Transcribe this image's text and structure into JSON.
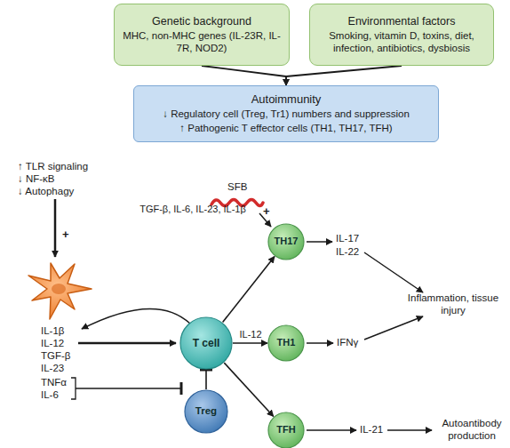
{
  "diagram": {
    "nodes": [
      {
        "text": [
          "Genetic background",
          "MHC, non-MHC genes (IL-23R, IL-7R, NOD2)"
        ]
      },
      {
        "text": [
          "Environmental factors",
          "Smoking, vitamin D, toxins, diet, infection, antibiotics, dysbiosis"
        ]
      },
      {
        "text": [
          "Autoimmunity",
          "↓ Regulatory cell (Treg, Tr1) numbers and suppression",
          "↑ Pathogenic T effector cells (TH1, TH17, TFH)"
        ]
      },
      {
        "text": [
          "TH17"
        ]
      },
      {
        "text": [
          "T cell"
        ]
      },
      {
        "text": [
          "TH1"
        ]
      },
      {
        "text": [
          "Treg"
        ]
      },
      {
        "text": [
          "TFH"
        ]
      }
    ],
    "edges": [
      {
        "from": 0,
        "to": 2,
        "arrow": "to"
      },
      {
        "from": 1,
        "to": 2,
        "arrow": "to"
      },
      {
        "from": 4,
        "to": 3,
        "label": "TGF-β, IL-6, IL-23, IL-1β",
        "arrow": "to"
      },
      {
        "from": 4,
        "to": 5,
        "label": "IL-12",
        "arrow": "to"
      },
      {
        "from": 4,
        "to": 7,
        "arrow": "to"
      },
      {
        "from": 6,
        "to": 4,
        "arrow": "to"
      }
    ],
    "labels": [
      "↑ TLR signaling",
      "↓ NF-κB",
      "↓ Autophagy",
      "+",
      "IL-1β",
      "IL-12",
      "TGF-β",
      "IL-23",
      "TNFα",
      "IL-6",
      "SFB",
      "+",
      "IL-17",
      "IL-22",
      "Inflammation, tissue injury",
      "IFNγ",
      "IL-21",
      "Autoantibody production"
    ]
  }
}
